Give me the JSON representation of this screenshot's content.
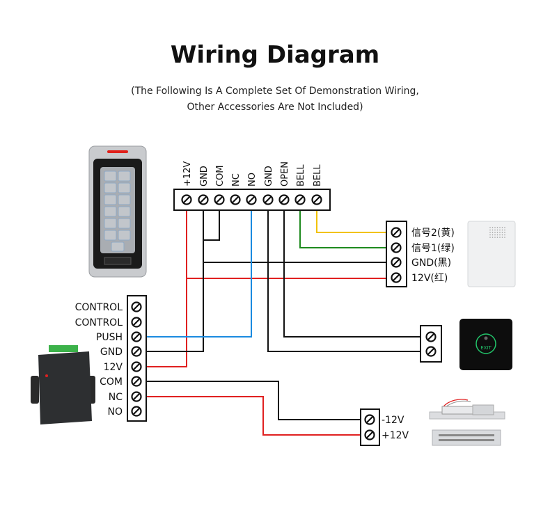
{
  "header": {
    "title": "Wiring Diagram",
    "subtitle_line1": "(The Following Is A Complete Set Of Demonstration Wiring,",
    "subtitle_line2": "Other Accessories Are Not Included)"
  },
  "keypad_terminals": [
    "+12V",
    "GND",
    "COM",
    "NC",
    "NO",
    "GND",
    "OPEN",
    "BELL",
    "BELL"
  ],
  "doorbell_terminals": [
    "信号2(黄)",
    "信号1(绿)",
    "GND(黑)",
    "12V(红)"
  ],
  "power_supply_terminals": [
    "CONTROL",
    "CONTROL",
    "PUSH",
    "GND",
    "12V",
    "COM",
    "NC",
    "NO"
  ],
  "lock_terminals": [
    "-12V",
    "+12V"
  ],
  "exit_button": {
    "label": "EXIT"
  },
  "wire_colors": {
    "red": "#e02020",
    "black": "#111111",
    "blue": "#1a8ae0",
    "green": "#1e8a1e",
    "yellow": "#f2c200"
  },
  "icons": [
    "keypad-device",
    "doorbell-device",
    "exit-button-device",
    "electric-lock-device",
    "power-supply-device",
    "screw-terminal-icon"
  ]
}
